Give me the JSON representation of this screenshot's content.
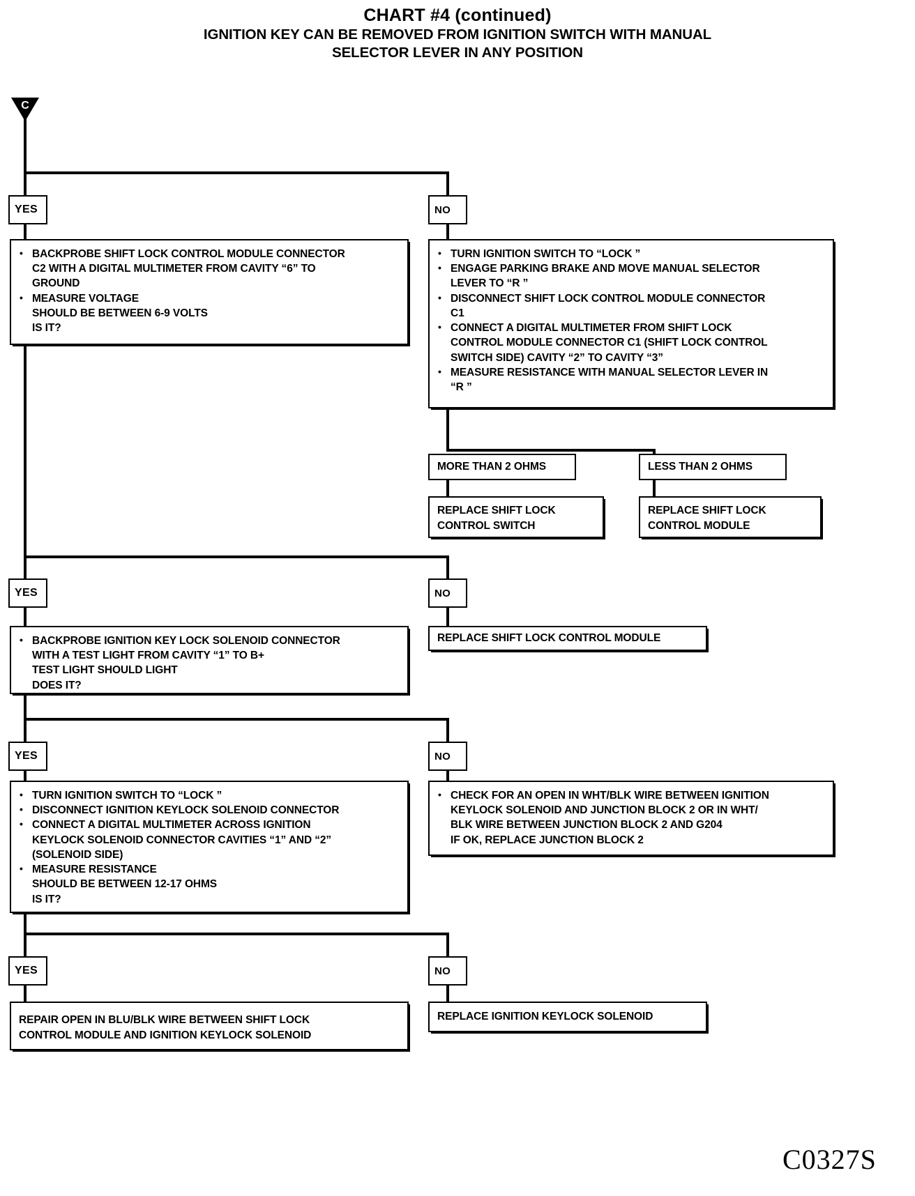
{
  "title": {
    "main": "CHART #4 (continued)",
    "sub_line1": "IGNITION KEY CAN BE REMOVED FROM IGNITION SWITCH WITH MANUAL",
    "sub_line2": "SELECTOR LEVER IN ANY POSITION"
  },
  "connector": {
    "label": "C"
  },
  "labels": {
    "yes": "YES",
    "no": "NO"
  },
  "boxes": {
    "backprobe_c2": {
      "lines": [
        {
          "bullet": true,
          "text": "BACKPROBE SHIFT LOCK CONTROL MODULE CONNECTOR"
        },
        {
          "bullet": false,
          "text": "C2 WITH A DIGITAL MULTIMETER FROM CAVITY “6” TO"
        },
        {
          "bullet": false,
          "text": "GROUND"
        },
        {
          "bullet": true,
          "text": "MEASURE VOLTAGE"
        },
        {
          "bullet": false,
          "text": "SHOULD BE BETWEEN 6-9 VOLTS"
        },
        {
          "bullet": false,
          "text": "IS IT?"
        }
      ]
    },
    "turn_lock_resistance": {
      "lines": [
        {
          "bullet": true,
          "text": "TURN IGNITION SWITCH TO “LOCK ”"
        },
        {
          "bullet": true,
          "text": "ENGAGE PARKING BRAKE AND MOVE MANUAL SELECTOR"
        },
        {
          "bullet": false,
          "text": "LEVER TO “R ”"
        },
        {
          "bullet": true,
          "text": "DISCONNECT SHIFT LOCK CONTROL MODULE CONNECTOR"
        },
        {
          "bullet": false,
          "text": "C1"
        },
        {
          "bullet": true,
          "text": "CONNECT A DIGITAL MULTIMETER FROM SHIFT LOCK"
        },
        {
          "bullet": false,
          "text": "CONTROL MODULE CONNECTOR C1 (SHIFT LOCK CONTROL"
        },
        {
          "bullet": false,
          "text": "SWITCH SIDE) CAVITY “2” TO CAVITY “3”"
        },
        {
          "bullet": true,
          "text": "MEASURE RESISTANCE WITH MANUAL SELECTOR LEVER IN"
        },
        {
          "bullet": false,
          "text": "“R ”"
        }
      ]
    },
    "more_than_2_ohms": {
      "text": "MORE THAN 2 OHMS"
    },
    "less_than_2_ohms": {
      "text": "LESS THAN 2 OHMS"
    },
    "replace_shift_lock_control_switch": {
      "text": "REPLACE SHIFT LOCK\nCONTROL SWITCH"
    },
    "replace_shift_lock_control_module_1": {
      "text": "REPLACE SHIFT LOCK\nCONTROL MODULE"
    },
    "backprobe_solenoid": {
      "lines": [
        {
          "bullet": true,
          "text": "BACKPROBE IGNITION KEY LOCK SOLENOID CONNECTOR"
        },
        {
          "bullet": false,
          "text": "WITH A TEST LIGHT FROM CAVITY “1” TO B+"
        },
        {
          "bullet": false,
          "text": "TEST LIGHT SHOULD LIGHT"
        },
        {
          "bullet": false,
          "text": "DOES IT?"
        }
      ]
    },
    "replace_shift_lock_control_module_2": {
      "text": "REPLACE SHIFT LOCK CONTROL MODULE"
    },
    "measure_solenoid_resistance": {
      "lines": [
        {
          "bullet": true,
          "text": "TURN IGNITION SWITCH TO “LOCK ”"
        },
        {
          "bullet": true,
          "text": "DISCONNECT IGNITION KEYLOCK SOLENOID CONNECTOR"
        },
        {
          "bullet": true,
          "text": "CONNECT A DIGITAL MULTIMETER ACROSS IGNITION"
        },
        {
          "bullet": false,
          "text": "KEYLOCK SOLENOID CONNECTOR CAVITIES “1” AND “2”"
        },
        {
          "bullet": false,
          "text": "(SOLENOID SIDE)"
        },
        {
          "bullet": true,
          "text": "MEASURE RESISTANCE"
        },
        {
          "bullet": false,
          "text": "SHOULD BE BETWEEN 12-17 OHMS"
        },
        {
          "bullet": false,
          "text": "IS IT?"
        }
      ]
    },
    "check_open_wht_blk": {
      "lines": [
        {
          "bullet": true,
          "text": "CHECK FOR AN OPEN IN WHT/BLK WIRE BETWEEN IGNITION"
        },
        {
          "bullet": false,
          "text": "KEYLOCK SOLENOID AND JUNCTION BLOCK 2 OR IN WHT/"
        },
        {
          "bullet": false,
          "text": "BLK WIRE BETWEEN JUNCTION BLOCK 2 AND G204"
        },
        {
          "bullet": false,
          "text": "IF OK, REPLACE JUNCTION BLOCK 2"
        }
      ]
    },
    "repair_open_blu_blk": {
      "text": "REPAIR OPEN IN BLU/BLK WIRE BETWEEN SHIFT LOCK\nCONTROL MODULE AND IGNITION KEYLOCK SOLENOID"
    },
    "replace_ignition_keylock_solenoid": {
      "text": "REPLACE IGNITION KEYLOCK SOLENOID"
    }
  },
  "footer": {
    "code": "C0327S"
  }
}
